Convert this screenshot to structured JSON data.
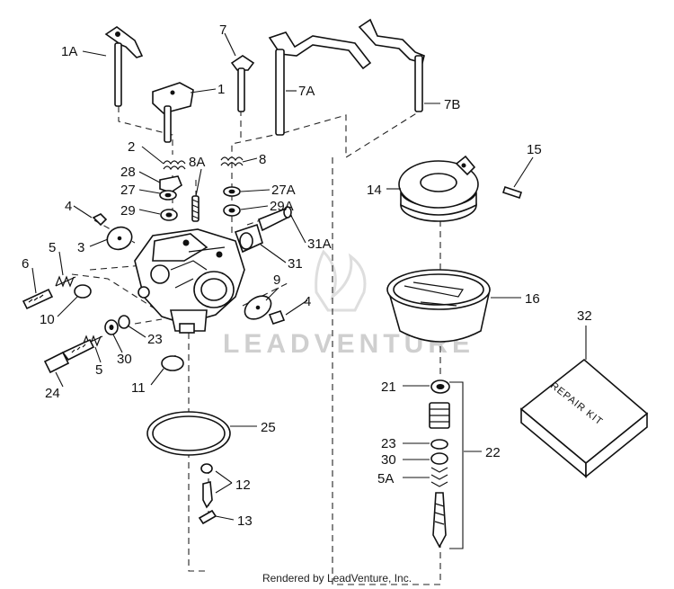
{
  "labels": {
    "p1A": "1A",
    "p1": "1",
    "p7": "7",
    "p7A": "7A",
    "p7B": "7B",
    "p2": "2",
    "p8A": "8A",
    "p8": "8",
    "p28": "28",
    "p27": "27",
    "p27A": "27A",
    "p4a": "4",
    "p29": "29",
    "p29A": "29A",
    "p3": "3",
    "p5a": "5",
    "p6": "6",
    "p31A": "31A",
    "p31": "31",
    "p9": "9",
    "p4b": "4",
    "p10": "10",
    "p23a": "23",
    "p30a": "30",
    "p5b": "5",
    "p24": "24",
    "p11": "11",
    "p25": "25",
    "p12": "12",
    "p13": "13",
    "p14": "14",
    "p15": "15",
    "p16": "16",
    "p32": "32",
    "p21": "21",
    "p23b": "23",
    "p30b": "30",
    "p5A": "5A",
    "p22": "22"
  },
  "repair_kit_text": "REPAIR KIT",
  "watermark_text": "LEADVENTURE",
  "footer_text": "Rendered by LeadVenture, Inc."
}
